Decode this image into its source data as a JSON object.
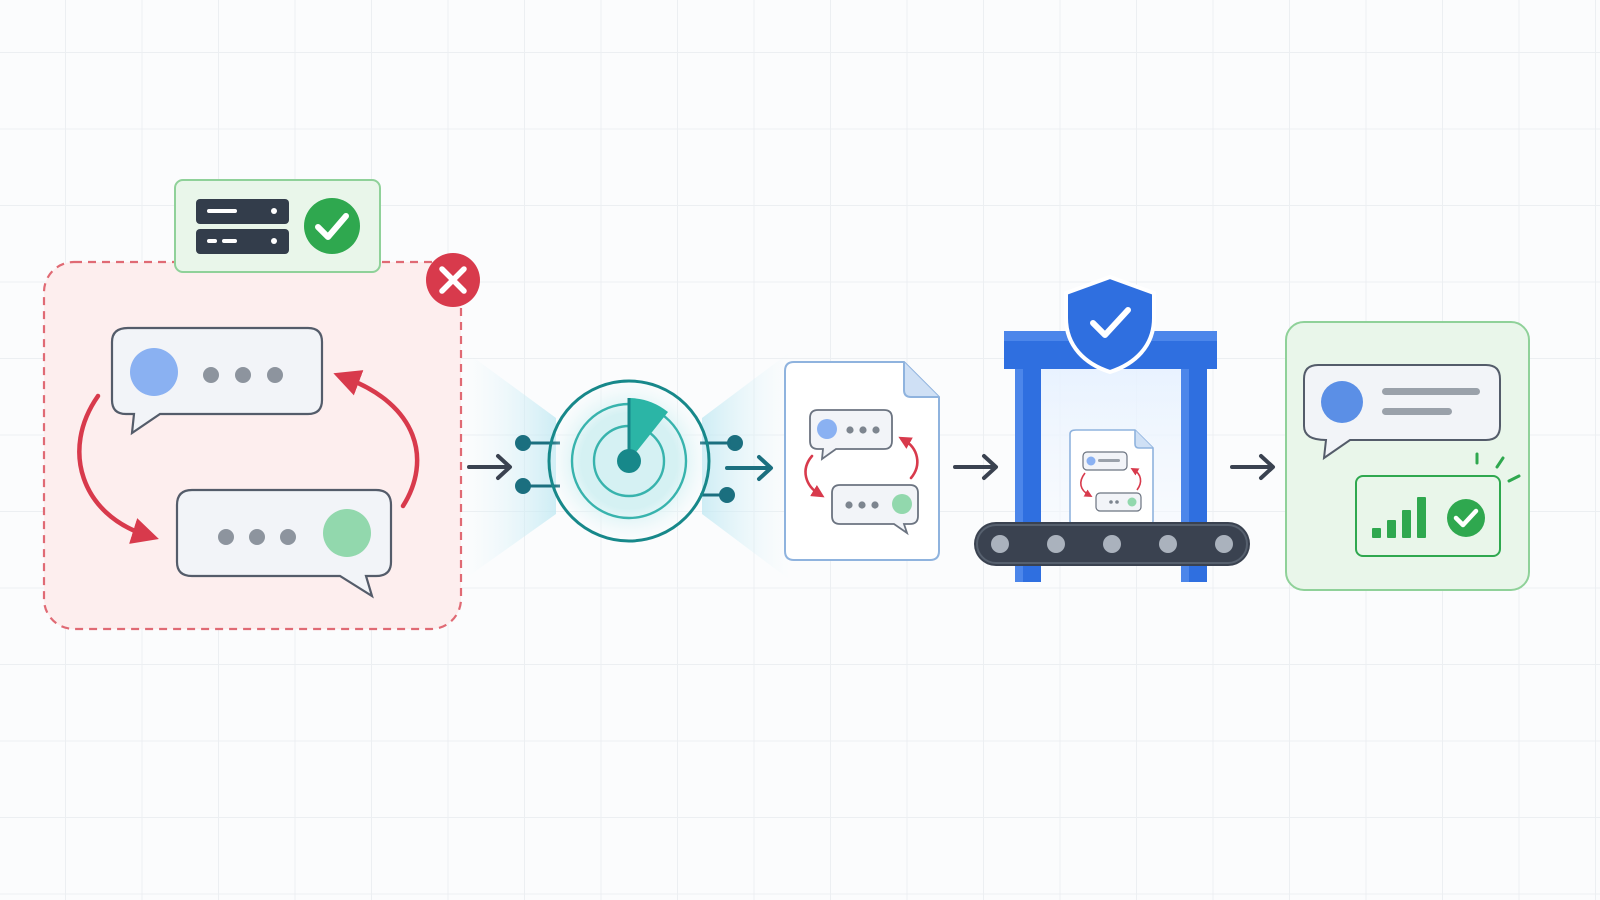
{
  "diagram": {
    "stages": [
      {
        "name": "problem-loop",
        "status": "rejected",
        "status_icon": "x-circle-icon",
        "badge": {
          "icon": "server-icon",
          "status_icon": "check-circle-icon"
        }
      },
      {
        "name": "radar-scanner",
        "icon": "radar-icon"
      },
      {
        "name": "conversation-document",
        "icon": "document-icon"
      },
      {
        "name": "secure-processing-machine",
        "icon": "shield-check-icon",
        "conveyor": "conveyor-belt-icon"
      },
      {
        "name": "success-result",
        "icon": "bar-chart-icon",
        "status_icon": "check-circle-icon"
      }
    ],
    "connector_icon": "arrow-right-icon"
  },
  "colors": {
    "danger": "#d83a4c",
    "danger_fill": "#fdeeee",
    "success": "#2fa84f",
    "success_fill": "#e9f6ea",
    "primary_blue": "#2f6fe0",
    "teal": "#14908c",
    "slate": "#3a4250",
    "bubble_fill": "#f2f4f8",
    "avatar_blue": "#8ab1f2",
    "avatar_green": "#92d8ad"
  }
}
